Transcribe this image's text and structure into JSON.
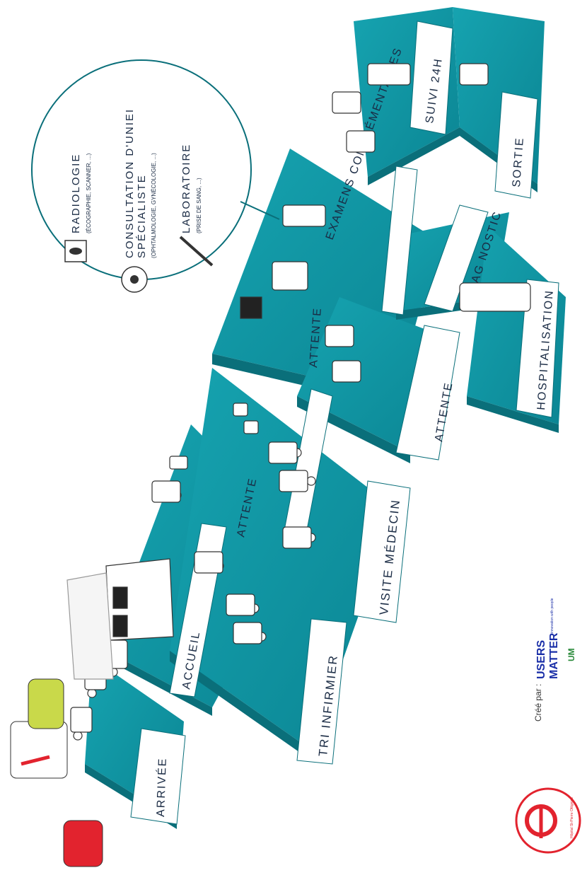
{
  "steps": {
    "arrivee": "ARRIVÉE",
    "accueil": "ACCUEIL",
    "attente1": "ATTENTE",
    "tri_infirmier": "TRI INFIRMIER",
    "visite_medecin": "VISITE  MÉDECIN",
    "attente2": "ATTENTE",
    "examens_complementaires": "EXAMENS  COMPLÉMENTAIRES",
    "attente3": "ATTENTE",
    "diagnostic": "DIAG NOSTIC",
    "hospitalisation": "HOSPITALISATION",
    "suivi": "SUIVI 24H",
    "sortie": "SORTIE"
  },
  "exams_bubble": {
    "radiologie_title": "RADIOLOGIE",
    "radiologie_detail": "(ÉCOGRAPHIE, SCANNER, ...)",
    "consultation_title": "CONSULTATION D'UNIEI",
    "consultation_title2": "SPÉCIALISTE",
    "consultation_detail": "(OPHTALMOLOGIE, GYNÉCOLOGIE, ...)",
    "laboratoire_title": "LABORATOIRE",
    "laboratoire_detail": "(PRISE DE SANG, ...)"
  },
  "credits": {
    "created_by": "Créé par :",
    "brand_line1": "USERS",
    "brand_line2": "MATTER",
    "brand_tagline": "innovation with people",
    "partner_mark": "UM",
    "hospital_name": "Hôpital St-Pierre Ottignies"
  },
  "colors": {
    "teal": "#0f93a1",
    "teal_dark": "#0a6f7a",
    "teal_side": "#0b7d89",
    "label_text": "#1a2b44",
    "brand_blue": "#1a2fa8",
    "hospital_red": "#e2232e"
  }
}
